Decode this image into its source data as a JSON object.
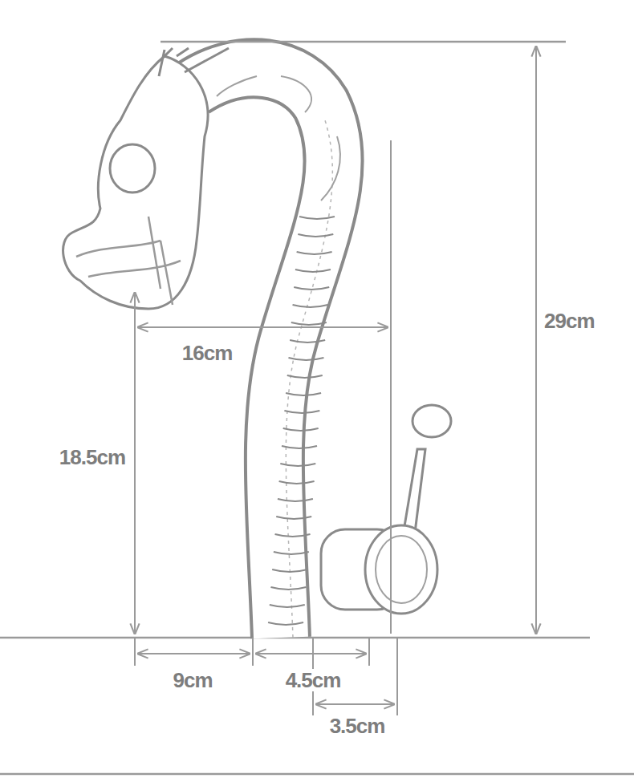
{
  "diagram": {
    "labels": [
      "29cm",
      "16cm",
      "18.5cm",
      "9cm",
      "4.5cm",
      "3.5cm"
    ]
  }
}
